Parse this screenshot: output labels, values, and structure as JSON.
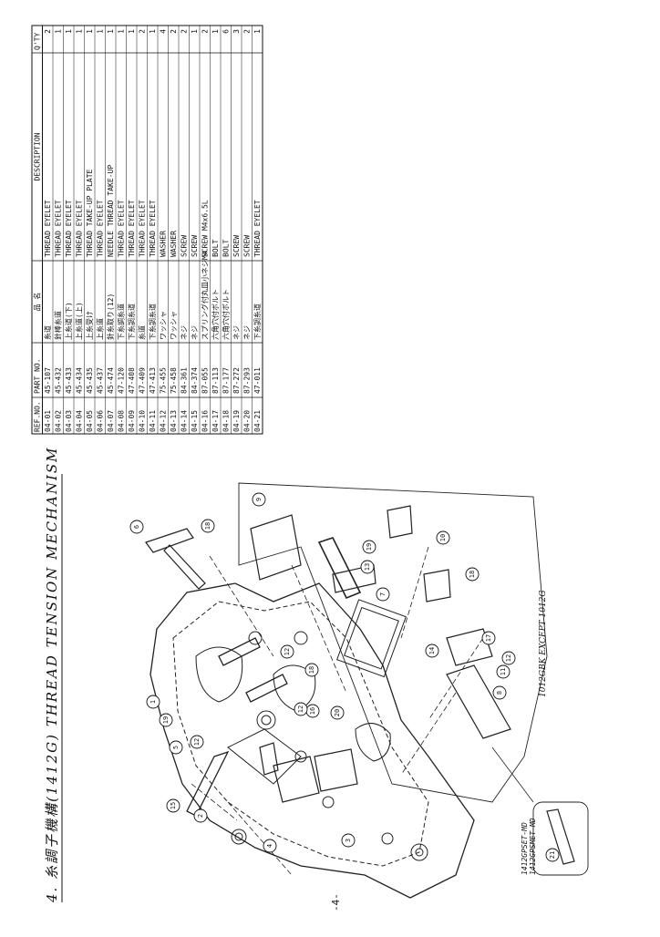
{
  "page": {
    "section_title": "4. 糸調子機構(1412G)  THREAD TENSION MECHANISM",
    "page_number": "-4-",
    "note_except": "1012GBK  EXCEPT 1012G",
    "set_labels": [
      "1412GPSET-MD",
      "1412GPSMET-MD"
    ]
  },
  "table": {
    "headers": {
      "ref": "REF.NO.",
      "part": "PART NO.",
      "name": "品   名",
      "desc": "DESCRIPTION",
      "qty": "Q'TY"
    },
    "rows": [
      {
        "ref": "04-01",
        "part": "45-107",
        "name": "糸道",
        "desc": "THREAD EYELET",
        "qty": "2"
      },
      {
        "ref": "04-02",
        "part": "45-432",
        "name": "針棒糸道",
        "desc": "THREAD EYELET",
        "qty": "1"
      },
      {
        "ref": "04-03",
        "part": "45-433",
        "name": "上糸道(下)",
        "desc": "THREAD EYELET",
        "qty": "1"
      },
      {
        "ref": "04-04",
        "part": "45-434",
        "name": "上糸道(上)",
        "desc": "THREAD EYELET",
        "qty": "1"
      },
      {
        "ref": "04-05",
        "part": "45-435",
        "name": "上糸受け",
        "desc": "THREAD TAKE-UP PLATE",
        "qty": "1"
      },
      {
        "ref": "04-06",
        "part": "45-437",
        "name": "上糸道",
        "desc": "THREAD EYELET",
        "qty": "1"
      },
      {
        "ref": "04-07",
        "part": "45-474",
        "name": "針糸取り(12)",
        "desc": "NEEDLE THREAD TAKE-UP",
        "qty": "1"
      },
      {
        "ref": "04-08",
        "part": "47-120",
        "name": "下糸調糸道",
        "desc": "THREAD EYELET",
        "qty": "1"
      },
      {
        "ref": "04-09",
        "part": "47-408",
        "name": "下糸調糸道",
        "desc": "THREAD EYELET",
        "qty": "1"
      },
      {
        "ref": "04-10",
        "part": "47-409",
        "name": "糸道",
        "desc": "THREAD EYELET",
        "qty": "2"
      },
      {
        "ref": "04-11",
        "part": "47-413",
        "name": "下糸調糸道",
        "desc": "THREAD EYELET",
        "qty": "1"
      },
      {
        "ref": "04-12",
        "part": "75-455",
        "name": "ワッシャ",
        "desc": "WASHER",
        "qty": "4"
      },
      {
        "ref": "04-13",
        "part": "75-458",
        "name": "ワッシャ",
        "desc": "WASHER",
        "qty": "2"
      },
      {
        "ref": "04-14",
        "part": "84-361",
        "name": "ネジ",
        "desc": "SCREW",
        "qty": "2"
      },
      {
        "ref": "04-15",
        "part": "84-374",
        "name": "ネジ",
        "desc": "SCREW",
        "qty": "1"
      },
      {
        "ref": "04-16",
        "part": "87-055",
        "name": "スプリング付丸皿小ネジM4",
        "desc": "SCREW M4x6.5L",
        "qty": "2"
      },
      {
        "ref": "04-17",
        "part": "87-113",
        "name": "六角穴付ボルト",
        "desc": "BOLT",
        "qty": "1"
      },
      {
        "ref": "04-18",
        "part": "87-177",
        "name": "六角穴付ボルト",
        "desc": "BOLT",
        "qty": "6"
      },
      {
        "ref": "04-19",
        "part": "87-272",
        "name": "ネジ",
        "desc": "SCREW",
        "qty": "3"
      },
      {
        "ref": "04-20",
        "part": "87-293",
        "name": "ネジ",
        "desc": "SCREW",
        "qty": "2"
      },
      {
        "ref": "04-21",
        "part": "47-011",
        "name": "下糸調糸道",
        "desc": "THREAD EYELET",
        "qty": "1"
      }
    ]
  },
  "callouts": [
    "1",
    "2",
    "3",
    "4",
    "5",
    "6",
    "7",
    "8",
    "9",
    "10",
    "11",
    "12",
    "13",
    "14",
    "15",
    "16",
    "17",
    "18",
    "19",
    "20",
    "21"
  ]
}
